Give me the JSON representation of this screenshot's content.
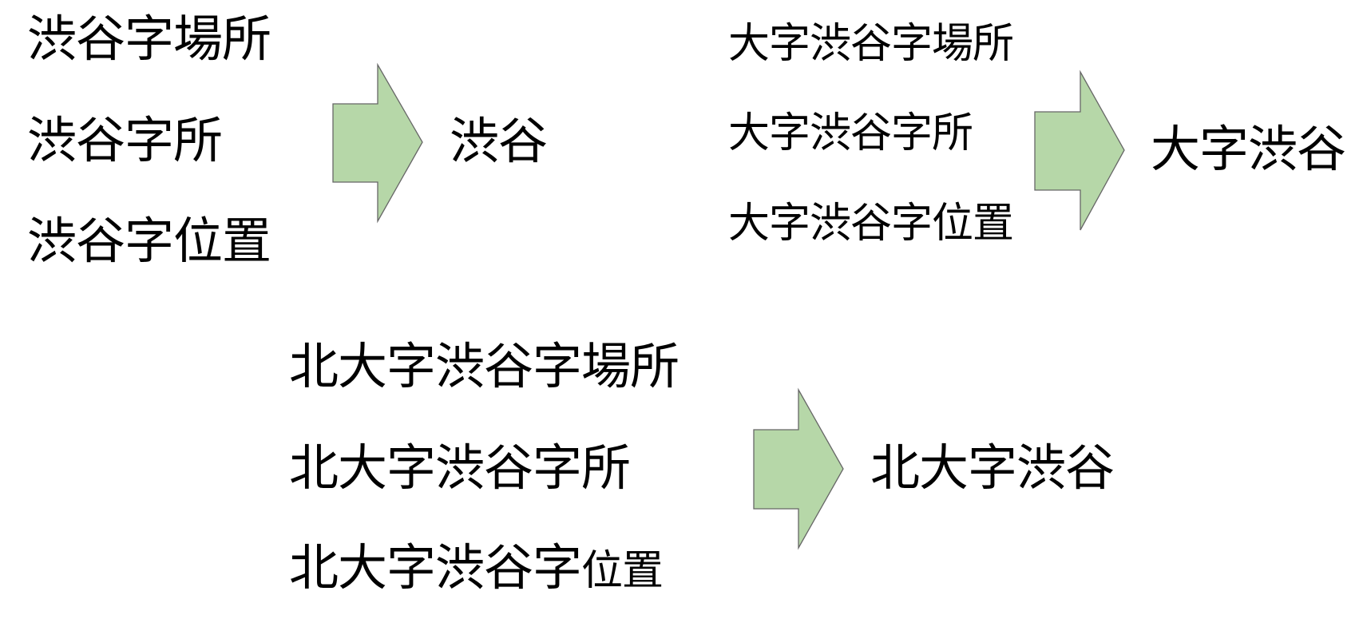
{
  "colors": {
    "arrow_fill": "#b6d7a8",
    "arrow_stroke": "#666666",
    "text": "#000000",
    "background": "#ffffff"
  },
  "groups": [
    {
      "id": "group-1",
      "inputs": [
        "渋谷字場所",
        "渋谷字所",
        "渋谷字位置"
      ],
      "arrow_icon": "right-arrow-icon",
      "output": "渋谷"
    },
    {
      "id": "group-2",
      "inputs": [
        "大字渋谷字場所",
        "大字渋谷字所",
        "大字渋谷字位置"
      ],
      "arrow_icon": "right-arrow-icon",
      "output": "大字渋谷"
    },
    {
      "id": "group-3",
      "inputs": [
        "北大字渋谷字場所",
        "北大字渋谷字所",
        {
          "main": "北大字渋谷字",
          "tail": "位置"
        }
      ],
      "arrow_icon": "right-arrow-icon",
      "output": "北大字渋谷"
    }
  ]
}
